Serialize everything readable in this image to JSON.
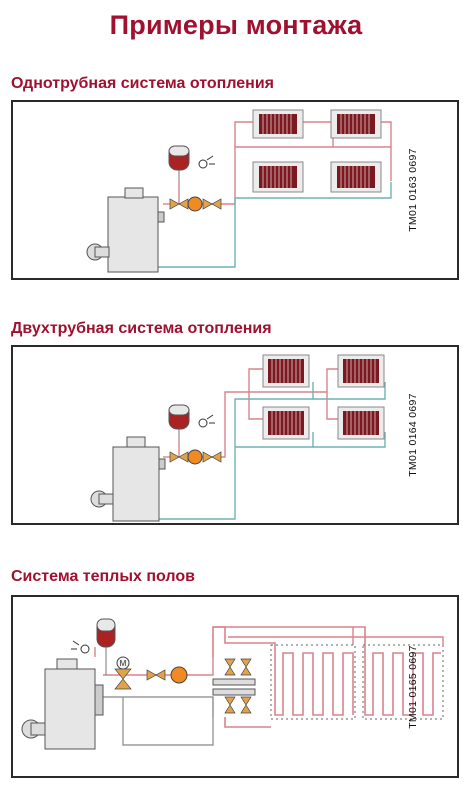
{
  "page": {
    "title": "Примеры монтажа"
  },
  "sections": [
    {
      "title": "Однотрубная система отопления",
      "code": "TM01 0163 0697"
    },
    {
      "title": "Двухтрубная система отопления",
      "code": "TM01 0164 0697"
    },
    {
      "title": "Система теплых полов",
      "code": "TM01 0165 0697"
    }
  ],
  "colors": {
    "accent": "#a0102f",
    "supply_pipe": "#d9848c",
    "return_pipe": "#6fb3b3",
    "radiator_fill": "#7a1a20",
    "pump": "#f08a24",
    "equipment": "#e6e6e6"
  },
  "icons": [
    "boiler-icon",
    "pump-icon",
    "expansion-tank-icon",
    "radiator-icon",
    "valve-icon",
    "mixing-valve-icon",
    "floor-heating-loop-icon"
  ]
}
